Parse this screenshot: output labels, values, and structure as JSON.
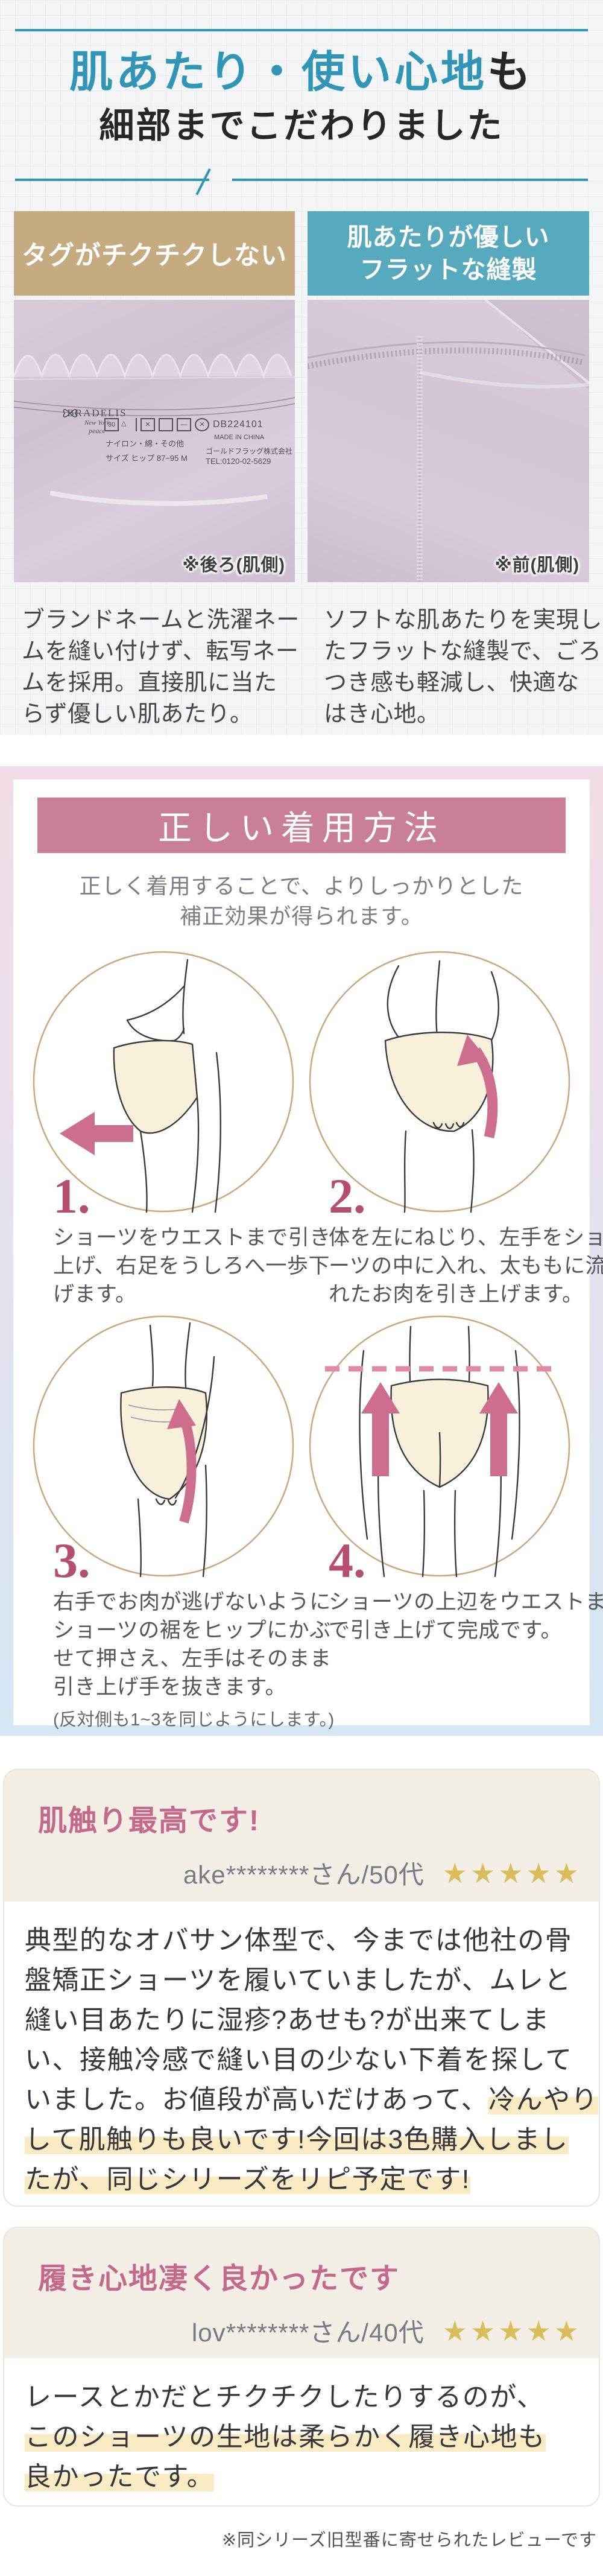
{
  "colors": {
    "teal": "#3196b5",
    "tan_box": "#c5ab80",
    "teal_box": "#57a9bd",
    "banner_pink": "#c97f96",
    "step_number_pink": "#b4506e",
    "review_title_pink": "#c3698a",
    "star_gold": "#d9bd5a",
    "highlight_yellow": "#f9ebc3"
  },
  "header": {
    "title_teal": "肌あたり・使い心地",
    "title_suffix": "も",
    "title_line2": "細部までこだわりました"
  },
  "features": {
    "left": {
      "box_label": "タグがチクチクしない",
      "photo_caption": "※後ろ(肌側)",
      "desc_lines": [
        "ブランドネームと洗濯ネー",
        "ムを縫い付けず、転写ネー",
        "ムを採用。直接肌に当た",
        "らず優しい肌あたり。"
      ],
      "tag": {
        "brand": "BRADELIS",
        "brand_city": "New York",
        "brand_script": "peace",
        "care_temp": "30",
        "care_x": "✕",
        "code": "DB224101",
        "material": "ナイロン・綿・その他",
        "origin": "MADE IN CHINA",
        "size": "サイズ ヒップ 87~95 M",
        "company": "ゴールドフラッグ株式会社",
        "tel": "TEL:0120-02-5629"
      }
    },
    "right": {
      "box_label_line1": "肌あたりが優しい",
      "box_label_line2": "フラットな縫製",
      "photo_caption": "※前(肌側)",
      "desc_lines": [
        "ソフトな肌あたりを実現し",
        "たフラットな縫製で、ごろ",
        "つき感も軽減し、快適な",
        "はき心地。"
      ]
    }
  },
  "method": {
    "banner": "正しい着用方法",
    "subtitle_lines": [
      "正しく着用することで、よりしっかりとした",
      "補正効果が得られます。"
    ],
    "steps": [
      {
        "num": "1.",
        "lines": [
          "ショーツをウエストまで引き",
          "上げ、右足をうしろへ一歩下",
          "げます。"
        ]
      },
      {
        "num": "2.",
        "lines": [
          "体を左にねじり、左手をショ",
          "ーツの中に入れ、太ももに流",
          "れたお肉を引き上げます。"
        ]
      },
      {
        "num": "3.",
        "lines": [
          "右手でお肉が逃げないように",
          "ショーツの裾をヒップにかぶ",
          "せて押さえ、左手はそのまま",
          "引き上げ手を抜きます。"
        ],
        "note": "(反対側も1~3を同じようにします。)"
      },
      {
        "num": "4.",
        "lines": [
          "ショーツの上辺をウエストま",
          "で引き上げて完成です。"
        ]
      }
    ]
  },
  "reviews": {
    "cards": [
      {
        "title": "肌触り最高です!",
        "reviewer": "ake********さん/50代",
        "stars": "★★★★★",
        "body": [
          {
            "pre": "典型的なオバサン体型で、今までは他社の骨",
            "hl": ""
          },
          {
            "pre": "盤矯正ショーツを履いていましたが、ムレと",
            "hl": ""
          },
          {
            "pre": "縫い目あたりに湿疹?あせも?が出来てしま",
            "hl": ""
          },
          {
            "pre": "い、接触冷感で縫い目の少ない下着を探して",
            "hl": ""
          },
          {
            "pre": "いました。お値段が高いだけあって、",
            "hl": "冷んやり"
          },
          {
            "pre": "",
            "hl": "して肌触りも良いです!今回は3色購入しまし"
          },
          {
            "pre": "",
            "hl": "たが、同じシリーズをリピ予定です!"
          }
        ]
      },
      {
        "title": "履き心地凄く良かったです",
        "reviewer": "lov********さん/40代",
        "stars": "★★★★★",
        "body": [
          {
            "pre": "レースとかだとチクチクしたりするのが、",
            "hl": ""
          },
          {
            "pre": "",
            "hl": "このショーツの生地は柔らかく履き心地も"
          },
          {
            "pre": "",
            "hl": "良かったです。"
          }
        ]
      }
    ],
    "footer_note": "※同シリーズ旧型番に寄せられたレビューです"
  }
}
